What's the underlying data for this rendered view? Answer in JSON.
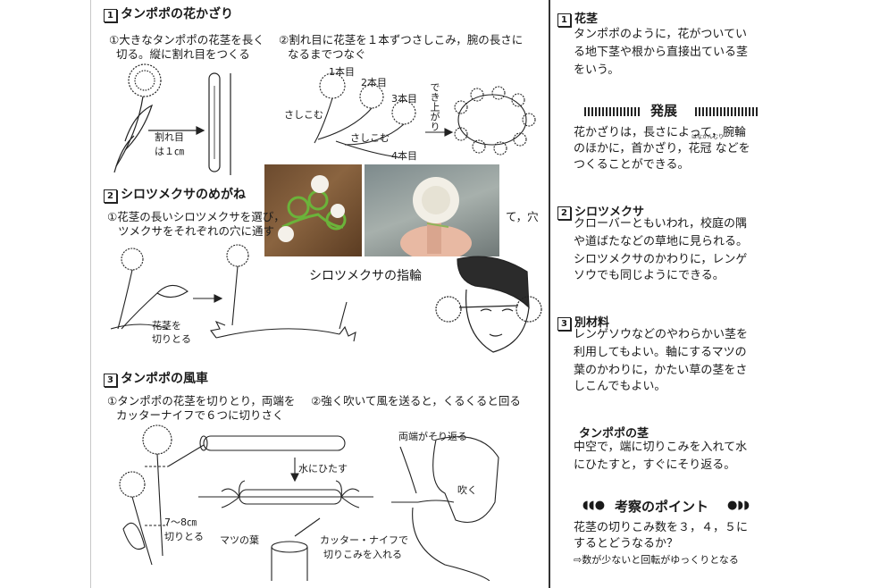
{
  "left": {
    "sec1": {
      "num": "1",
      "title": "タンポポの花かざり",
      "step1_l1": "①大きなタンポポの花茎を長く",
      "step1_l2": "切る。縦に割れ目をつくる",
      "step2_l1": "②割れ目に花茎を１本ずつさしこみ，腕の長さに",
      "step2_l2": "なるまでつなぐ",
      "lbl_1": "1本目",
      "lbl_2": "2本目",
      "lbl_3": "3本目",
      "lbl_4": "4本目",
      "lbl_sashikomu1": "さしこむ",
      "lbl_sashikomu2": "さしこむ",
      "lbl_dekiagari": "でき上がり",
      "lbl_wareme1": "割れ目",
      "lbl_wareme2": "は１㎝"
    },
    "sec2": {
      "num": "2",
      "title": "シロツメクサのめがね",
      "step1_l1": "①花茎の長いシロツメクサを選び，",
      "step1_l2": "ツメクサをそれぞれの穴に通す",
      "step1_tail": "て，穴",
      "lbl_kaki1": "花茎を",
      "lbl_kaki2": "切りとる"
    },
    "sec3": {
      "num": "3",
      "title": "タンポポの風車",
      "step1_l1": "①タンポポの花茎を切りとり，両端を",
      "step1_l2": "カッターナイフで６つに切りさく",
      "step2": "②強く吹いて風を送ると，くるくると回る",
      "lbl_mizu": "水にひたす",
      "lbl_ryotan": "両端がそり返る",
      "lbl_fuku": "吹く",
      "lbl_len1": "7～8㎝",
      "lbl_len2": "切りとる",
      "lbl_matsu": "マツの葉",
      "lbl_cutter1": "カッター・ナイフで",
      "lbl_cutter2": "切りこみを入れる"
    },
    "photo_caption": "シロツメクサの指輪"
  },
  "right": {
    "n1": {
      "num": "1",
      "head": "花茎",
      "l1": "タンポポのように，花がついてい",
      "l2": "る地下茎や根から直接出ている茎",
      "l3": "をいう。"
    },
    "hatten": {
      "head": "発展",
      "l1": "花かざりは，長さによって，腕輪",
      "l2": "のほかに，首かざり，花冠 などを",
      "l3": "つくることができる。",
      "ruby": "はなかんむり"
    },
    "n2": {
      "num": "2",
      "head": "シロツメクサ",
      "l1": "クローバーともいわれ，校庭の隅",
      "l2": "や道ばたなどの草地に見られる。",
      "l3": "シロツメクサのかわりに，レンゲ",
      "l4": "ソウでも同じようにできる。"
    },
    "n3": {
      "num": "3",
      "head": "別材料",
      "l1": "レンゲソウなどのやわらかい茎を",
      "l2": "利用してもよい。軸にするマツの",
      "l3": "葉のかわりに，かたい草の茎をさ",
      "l4": "しこんでもよい。"
    },
    "kuki": {
      "head": "タンポポの茎",
      "l1": "中空で，端に切りこみを入れて水",
      "l2": "にひたすと，すぐにそり返る。"
    },
    "kousatsu": {
      "head": "考察のポイント",
      "l1": "花茎の切りこみ数を３，４，５に",
      "l2": "するとどうなるか？",
      "l3": "⇨数が少ないと回転がゆっくりとなる"
    }
  },
  "colors": {
    "ink": "#1a1a1a",
    "photo_wood": "#7a5636",
    "photo_bg": "#9aa3a0"
  }
}
